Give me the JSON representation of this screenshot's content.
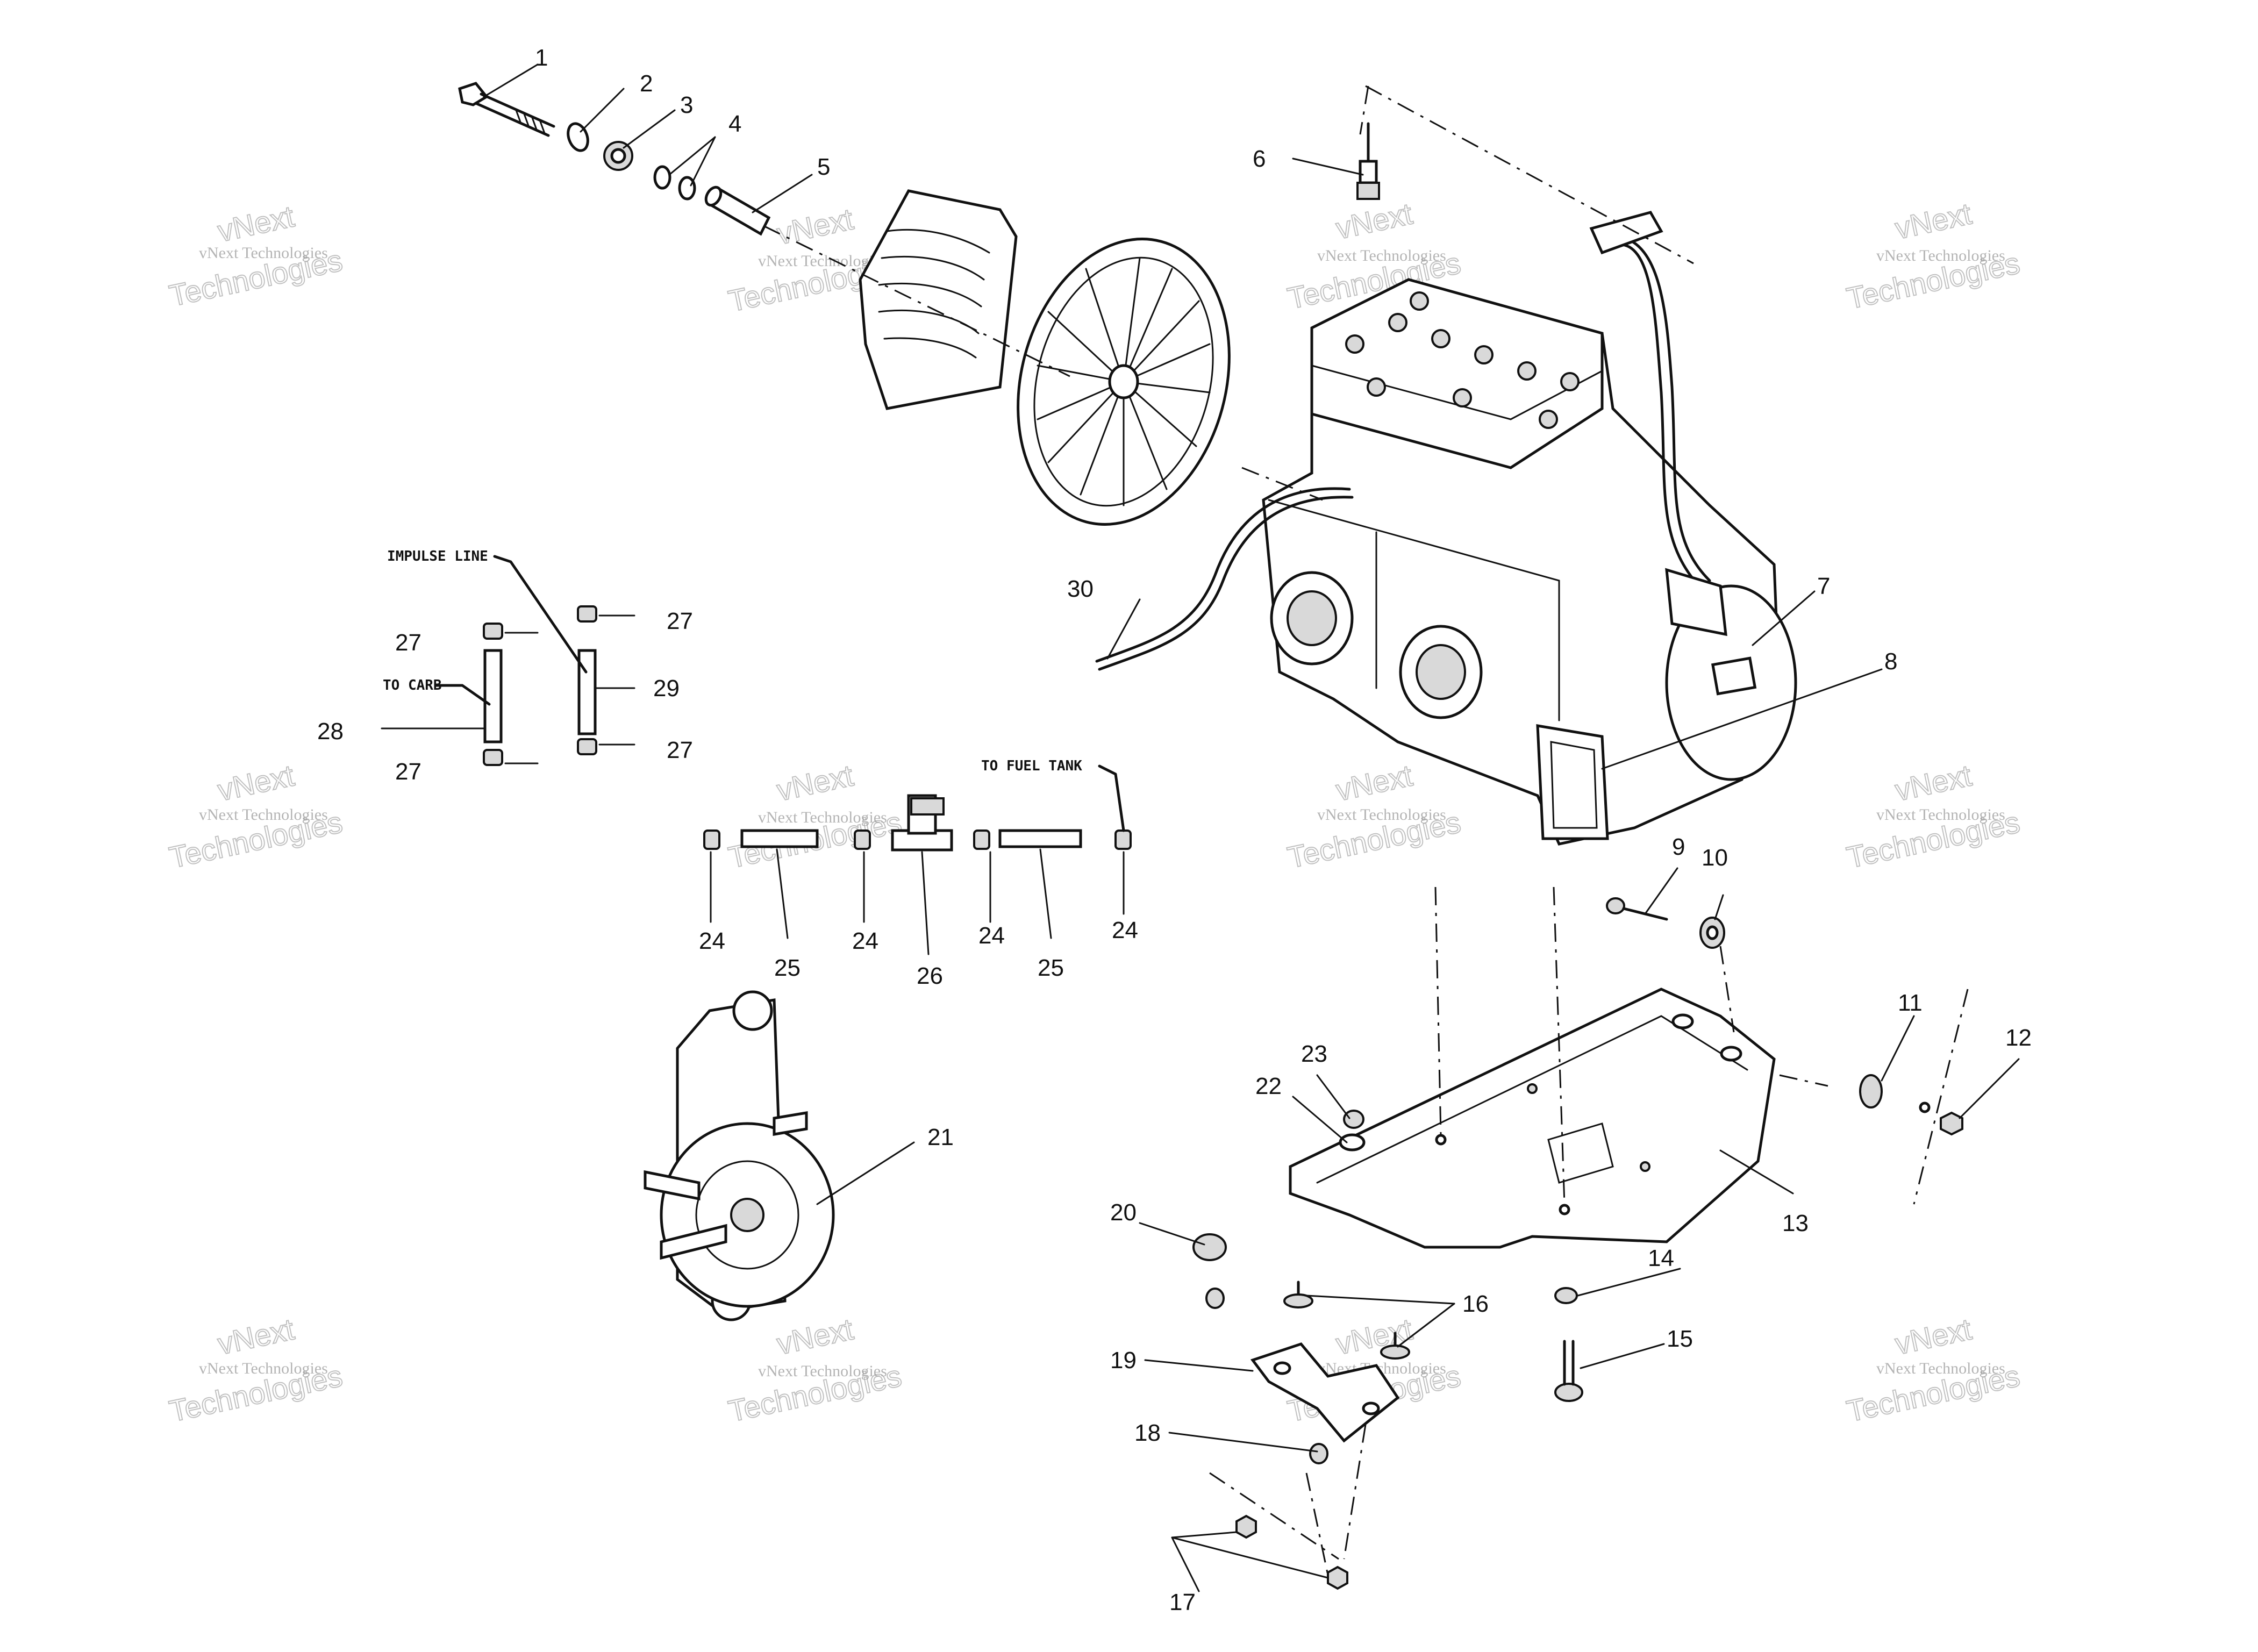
{
  "callouts": [
    {
      "id": "c1",
      "text": "1"
    },
    {
      "id": "c2",
      "text": "2"
    },
    {
      "id": "c3",
      "text": "3"
    },
    {
      "id": "c4",
      "text": "4"
    },
    {
      "id": "c5",
      "text": "5"
    },
    {
      "id": "c6",
      "text": "6"
    },
    {
      "id": "c7",
      "text": "7"
    },
    {
      "id": "c8",
      "text": "8"
    },
    {
      "id": "c9",
      "text": "9"
    },
    {
      "id": "c10",
      "text": "10"
    },
    {
      "id": "c11",
      "text": "11"
    },
    {
      "id": "c12",
      "text": "12"
    },
    {
      "id": "c13",
      "text": "13"
    },
    {
      "id": "c14",
      "text": "14"
    },
    {
      "id": "c15",
      "text": "15"
    },
    {
      "id": "c16",
      "text": "16"
    },
    {
      "id": "c17",
      "text": "17"
    },
    {
      "id": "c18",
      "text": "18"
    },
    {
      "id": "c19",
      "text": "19"
    },
    {
      "id": "c20",
      "text": "20"
    },
    {
      "id": "c21",
      "text": "21"
    },
    {
      "id": "c22",
      "text": "22"
    },
    {
      "id": "c23",
      "text": "23"
    },
    {
      "id": "c24",
      "text": "24"
    },
    {
      "id": "c25",
      "text": "25"
    },
    {
      "id": "c26",
      "text": "26"
    },
    {
      "id": "c27",
      "text": "27"
    },
    {
      "id": "c28",
      "text": "28"
    },
    {
      "id": "c29",
      "text": "29"
    },
    {
      "id": "c30",
      "text": "30"
    }
  ],
  "notes": {
    "impulse_line": "IMPULSE LINE",
    "to_carb": "TO CARB",
    "to_fuel_tank": "TO FUEL TANK"
  },
  "watermark": {
    "line1": "vNext Technologies",
    "line2": "vNext",
    "line3": "Technologies"
  }
}
